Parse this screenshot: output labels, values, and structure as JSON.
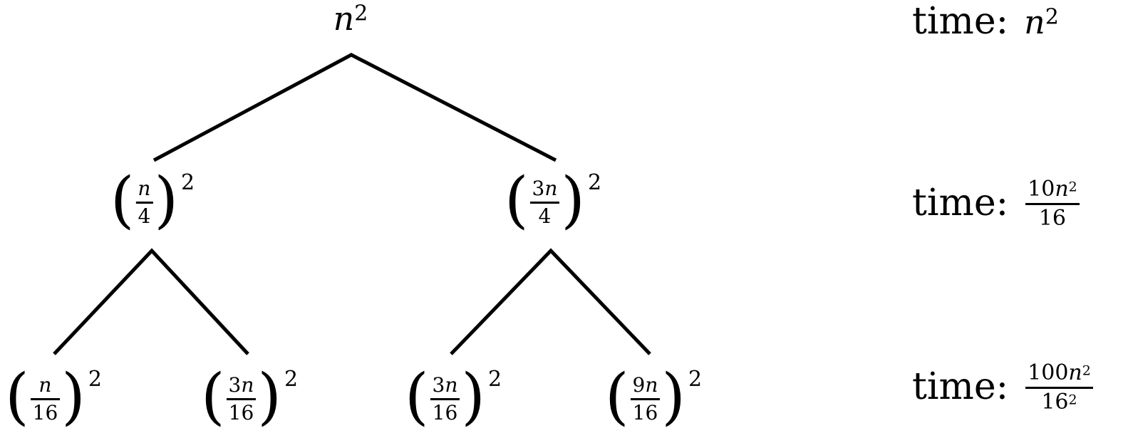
{
  "colors": {
    "ink": "#000000",
    "background": "#ffffff"
  },
  "symbols": {
    "lparen": "(",
    "rparen": ")"
  },
  "tree": {
    "root": {
      "variable": "n",
      "exponent": "2"
    },
    "level1": [
      {
        "num_prefix": "",
        "num_var": "n",
        "den": "4",
        "exponent": "2"
      },
      {
        "num_prefix": "3",
        "num_var": "n",
        "den": "4",
        "exponent": "2"
      }
    ],
    "level2": [
      {
        "num_prefix": "",
        "num_var": "n",
        "den": "16",
        "exponent": "2"
      },
      {
        "num_prefix": "3",
        "num_var": "n",
        "den": "16",
        "exponent": "2"
      },
      {
        "num_prefix": "3",
        "num_var": "n",
        "den": "16",
        "exponent": "2"
      },
      {
        "num_prefix": "9",
        "num_var": "n",
        "den": "16",
        "exponent": "2"
      }
    ]
  },
  "annotations": [
    {
      "label": "time:",
      "variable": "n",
      "exponent": "2"
    },
    {
      "label": "time:",
      "num_prefix": "10",
      "num_var": "n",
      "num_exp": "2",
      "den": "16",
      "den_exp": ""
    },
    {
      "label": "time:",
      "num_prefix": "100",
      "num_var": "n",
      "num_exp": "2",
      "den": "16",
      "den_exp": "2"
    }
  ]
}
